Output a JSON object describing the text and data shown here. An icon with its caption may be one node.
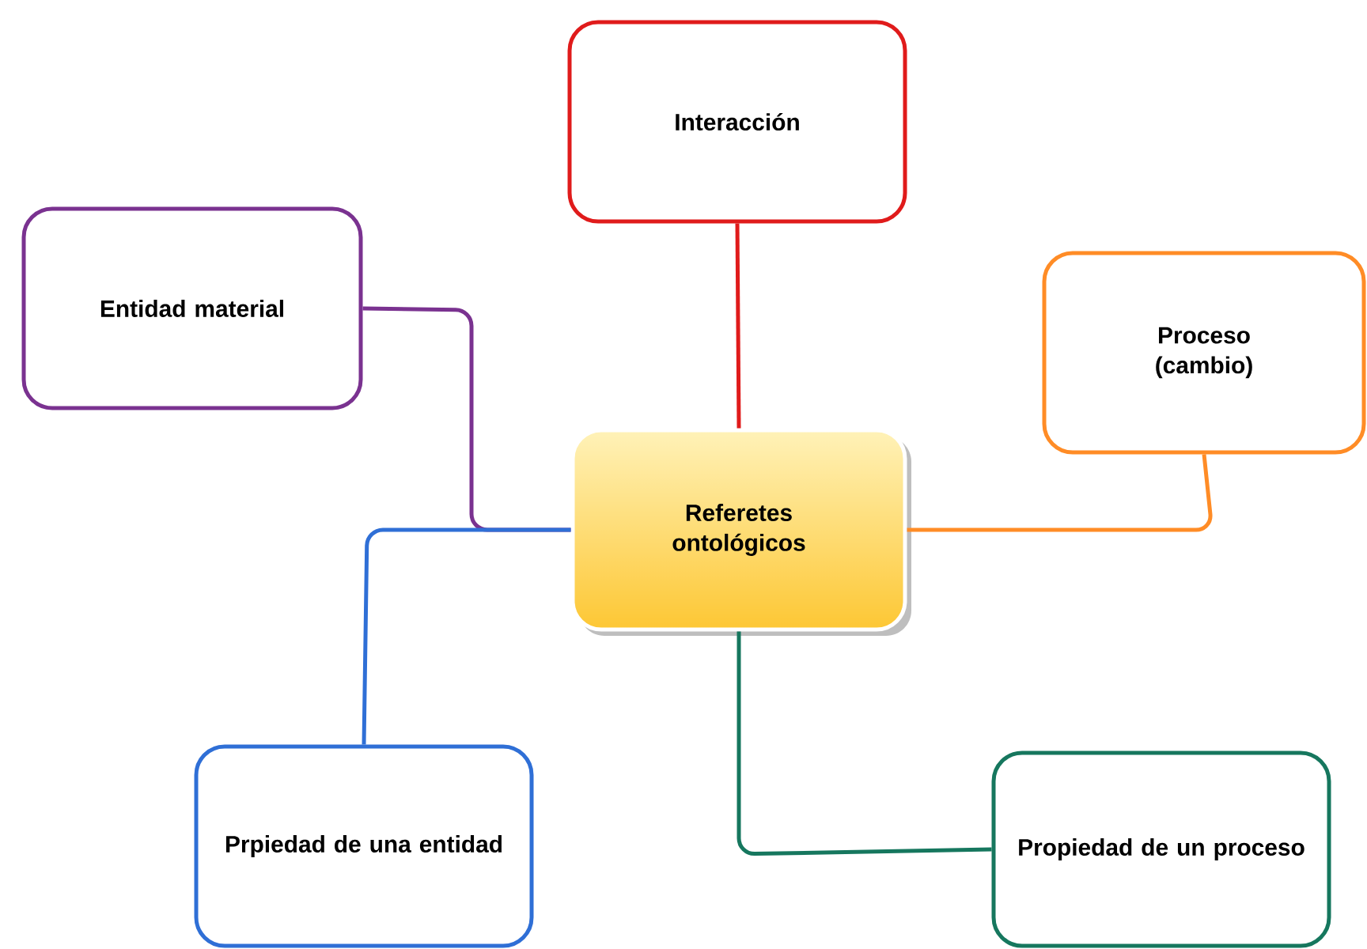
{
  "diagram": {
    "nodes": [
      {
        "text": [
          "Referetes ontológicos"
        ]
      },
      {
        "text": [
          "Interacción"
        ]
      },
      {
        "text": [
          "Entidad material"
        ]
      },
      {
        "text": [
          "Proceso (cambio)"
        ]
      },
      {
        "text": [
          "Prpiedad de una entidad"
        ]
      },
      {
        "text": [
          "Propiedad de un proceso"
        ]
      }
    ],
    "edges": [
      {
        "from": 0,
        "to": 1,
        "arrow": "none",
        "color": "#e01b1b"
      },
      {
        "from": 0,
        "to": 2,
        "arrow": "none",
        "color": "#7a3290"
      },
      {
        "from": 0,
        "to": 3,
        "arrow": "none",
        "color": "#ff8c26"
      },
      {
        "from": 0,
        "to": 4,
        "arrow": "none",
        "color": "#2f6fd6"
      },
      {
        "from": 0,
        "to": 5,
        "arrow": "none",
        "color": "#16775e"
      }
    ]
  }
}
